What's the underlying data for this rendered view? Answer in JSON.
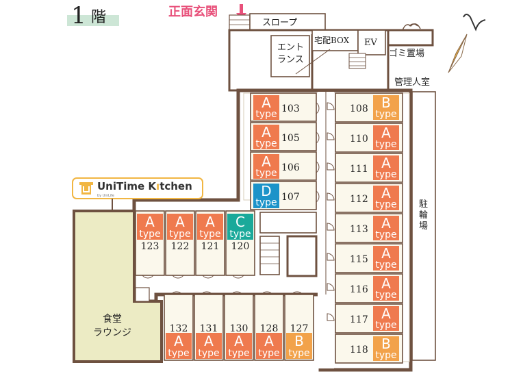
{
  "floor": {
    "number": "1",
    "kanji": "階"
  },
  "labels": {
    "main_entrance": "正面玄関",
    "slope": "スロープ",
    "entrance": "エント\nランス",
    "delivery_box": "宅配BOX",
    "ev": "EV",
    "garbage": "ゴミ置場",
    "manager": "管理人室",
    "bicycle": "駐\n輪\n場",
    "dining": "食堂\nラウンジ",
    "type_word": "type"
  },
  "logo": {
    "brand_a": "UniTime K",
    "brand_b": "tchen",
    "sub": "by UniLife"
  },
  "colors": {
    "typeA": "#ef7a4e",
    "typeB": "#f2a24a",
    "typeC": "#1aa99a",
    "typeD": "#1c93c9",
    "wall": "#6e5140",
    "lounge": "#ecebc4",
    "floor_tag": "#cde6d6",
    "entrance_text": "#e8507a"
  },
  "units": {
    "left_column": [
      {
        "room": "103",
        "type": "A"
      },
      {
        "room": "105",
        "type": "A"
      },
      {
        "room": "106",
        "type": "A"
      },
      {
        "room": "107",
        "type": "D"
      }
    ],
    "right_column": [
      {
        "room": "108",
        "type": "B"
      },
      {
        "room": "110",
        "type": "A"
      },
      {
        "room": "111",
        "type": "A"
      },
      {
        "room": "112",
        "type": "A"
      },
      {
        "room": "113",
        "type": "A"
      },
      {
        "room": "115",
        "type": "A"
      },
      {
        "room": "116",
        "type": "A"
      },
      {
        "room": "117",
        "type": "A"
      },
      {
        "room": "118",
        "type": "B"
      }
    ],
    "middle_row": [
      {
        "room": "123",
        "type": "A"
      },
      {
        "room": "122",
        "type": "A"
      },
      {
        "room": "121",
        "type": "A"
      },
      {
        "room": "120",
        "type": "C"
      }
    ],
    "bottom_row": [
      {
        "room": "132",
        "type": "A"
      },
      {
        "room": "131",
        "type": "A"
      },
      {
        "room": "130",
        "type": "A"
      },
      {
        "room": "128",
        "type": "A"
      },
      {
        "room": "127",
        "type": "B"
      }
    ]
  }
}
